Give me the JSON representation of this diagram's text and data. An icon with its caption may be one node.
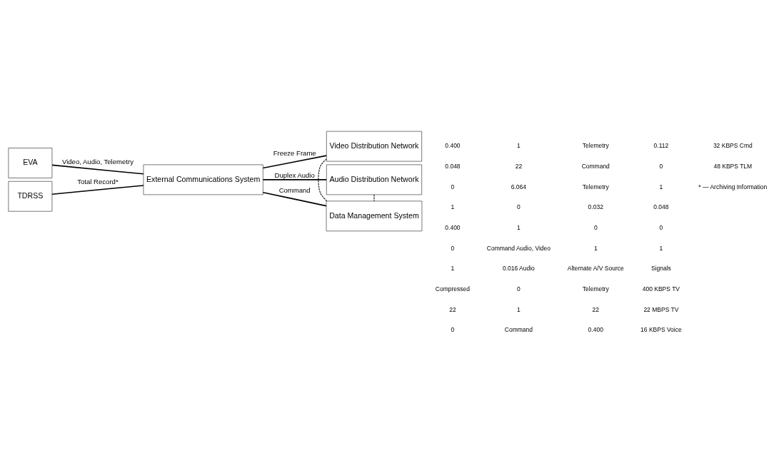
{
  "diagram": {
    "nodes": [
      {
        "text": [
          "EVA"
        ]
      },
      {
        "text": [
          "External Communications System"
        ]
      },
      {
        "text": [
          "Video Distribution Network"
        ]
      },
      {
        "text": [
          "Audio Distribution Network"
        ]
      },
      {
        "text": [
          "Data Management System"
        ]
      },
      {
        "text": [
          "TDRSS"
        ]
      }
    ],
    "edges": [
      {
        "from": 0,
        "to": 1,
        "arrow": "none",
        "label": "Video, Audio, Telemetry"
      },
      {
        "from": 1,
        "to": 2,
        "arrow": "none",
        "label": "Freeze Frame"
      },
      {
        "from": 1,
        "to": 3,
        "arrow": "none",
        "label": "Duplex Audio"
      },
      {
        "from": 1,
        "to": 4,
        "arrow": "none",
        "label": "Command"
      },
      {
        "from": 5,
        "to": 1,
        "arrow": "none",
        "label": "Total Record*"
      },
      {
        "from": 2,
        "to": 4,
        "arrow": "none",
        "style": "dashed"
      },
      {
        "from": 3,
        "to": 4,
        "arrow": "none",
        "style": "dashed"
      }
    ],
    "labels": [
      "0.400",
      "0.048",
      "0",
      "1",
      "0.400",
      "0",
      "1",
      "Compressed",
      "22",
      "0",
      "1",
      "22",
      "6.064",
      "0",
      "1",
      "Command Audio, Video",
      "0.016 Audio",
      "0",
      "1",
      "Command",
      "Telemetry",
      "Command",
      "Telemetry",
      "0.032",
      "0",
      "1",
      "Alternate A/V Source",
      "Telemetry",
      "22",
      "0.400",
      "0.112",
      "0",
      "1",
      "0.048",
      "0",
      "1",
      "Signals",
      "400 KBPS TV",
      "22 MBPS TV",
      "16 KBPS Voice",
      "32 KBPS Cmd",
      "48 KBPS TLM",
      "* — Archiving Information"
    ]
  }
}
